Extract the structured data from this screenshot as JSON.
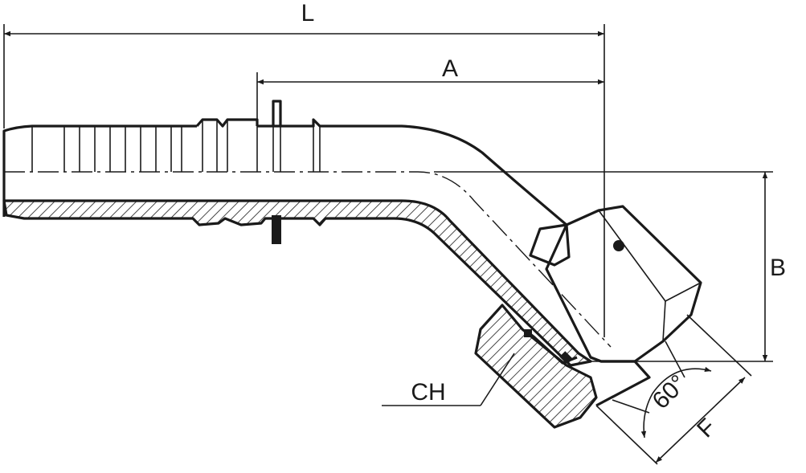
{
  "labels": {
    "overall_length": "L",
    "length_a": "A",
    "offset_b": "B",
    "hex_size": "CH",
    "thread_f": "F",
    "angle": "60°"
  },
  "colors": {
    "line": "#1a1a1a",
    "background": "#ffffff"
  }
}
